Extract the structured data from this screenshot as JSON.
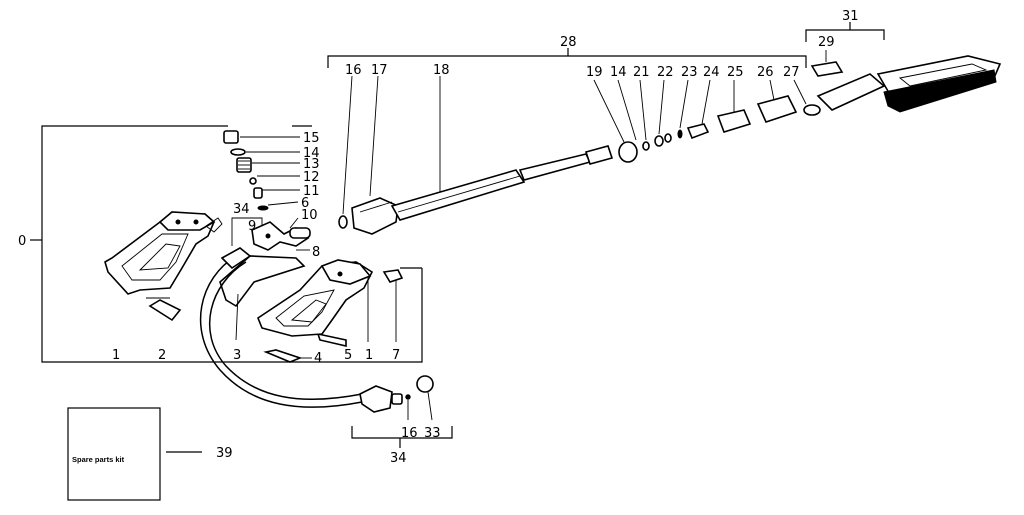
{
  "callouts": {
    "c0": "0",
    "c1a": "1",
    "c1b": "1",
    "c2": "2",
    "c3": "3",
    "c4": "4",
    "c5": "5",
    "c6": "6",
    "c7": "7",
    "c8": "8",
    "c9": "9",
    "c10": "10",
    "c11": "11",
    "c12": "12",
    "c13": "13",
    "c14a": "14",
    "c14b": "14",
    "c15": "15",
    "c16a": "16",
    "c16b": "16",
    "c17": "17",
    "c18": "18",
    "c19": "19",
    "c21": "21",
    "c22": "22",
    "c23": "23",
    "c24": "24",
    "c25": "25",
    "c26": "26",
    "c27": "27",
    "c28": "28",
    "c29": "29",
    "c31": "31",
    "c33": "33",
    "c34a": "34",
    "c34b": "34",
    "c39": "39"
  },
  "spare_parts_kit": "Spare parts kit"
}
